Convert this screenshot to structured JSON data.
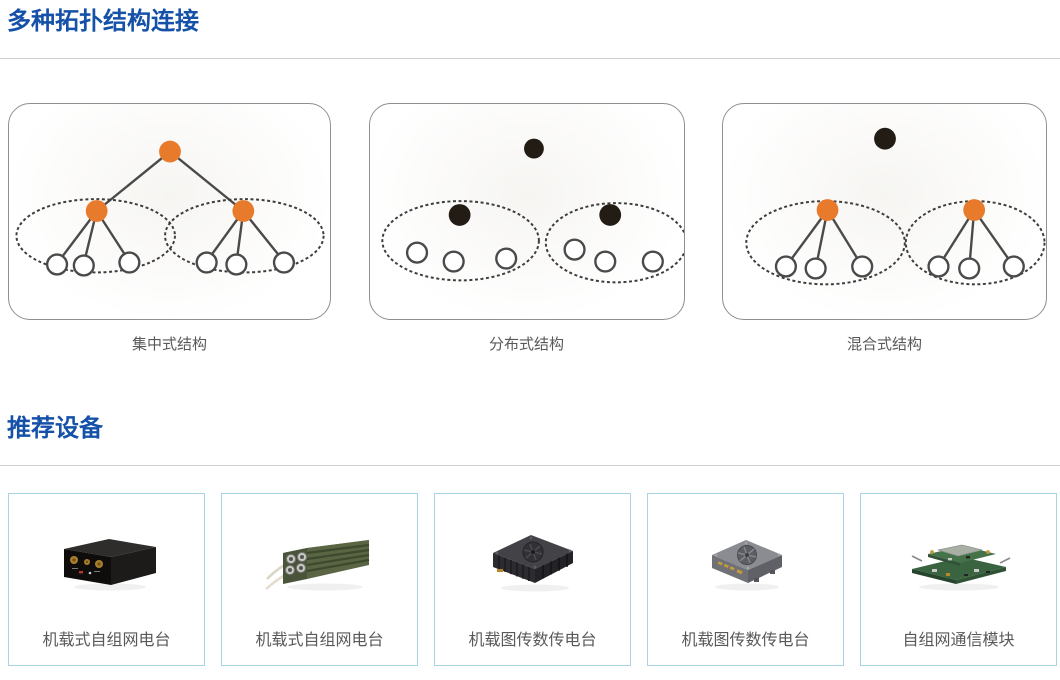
{
  "topology_section": {
    "title": "多种拓扑结构连接",
    "items": [
      {
        "label": "集中式结构",
        "diagram": "centralized-tree-two-clusters"
      },
      {
        "label": "分布式结构",
        "diagram": "distributed-nodes-two-clusters"
      },
      {
        "label": "混合式结构",
        "diagram": "hybrid-central-node-two-clusters"
      }
    ]
  },
  "devices_section": {
    "title": "推荐设备",
    "products": [
      {
        "name": "机载式自组网电台",
        "image": "black-box-radio"
      },
      {
        "name": "机载式自组网电台",
        "image": "green-finned-radio"
      },
      {
        "name": "机载图传数传电台",
        "image": "dark-finned-datalink"
      },
      {
        "name": "机载图传数传电台",
        "image": "gray-fan-datalink"
      },
      {
        "name": "自组网通信模块",
        "image": "mesh-pcb-module"
      }
    ]
  },
  "colors": {
    "heading_blue": "#1551a8",
    "divider_gray": "#cfcfcf",
    "panel_border": "#8f8f8f",
    "card_border": "#a9d4e6",
    "caption_gray": "#595959",
    "node_orange": "#e87a2b",
    "node_black": "#231c15",
    "line_gray": "#4a4a4a"
  }
}
